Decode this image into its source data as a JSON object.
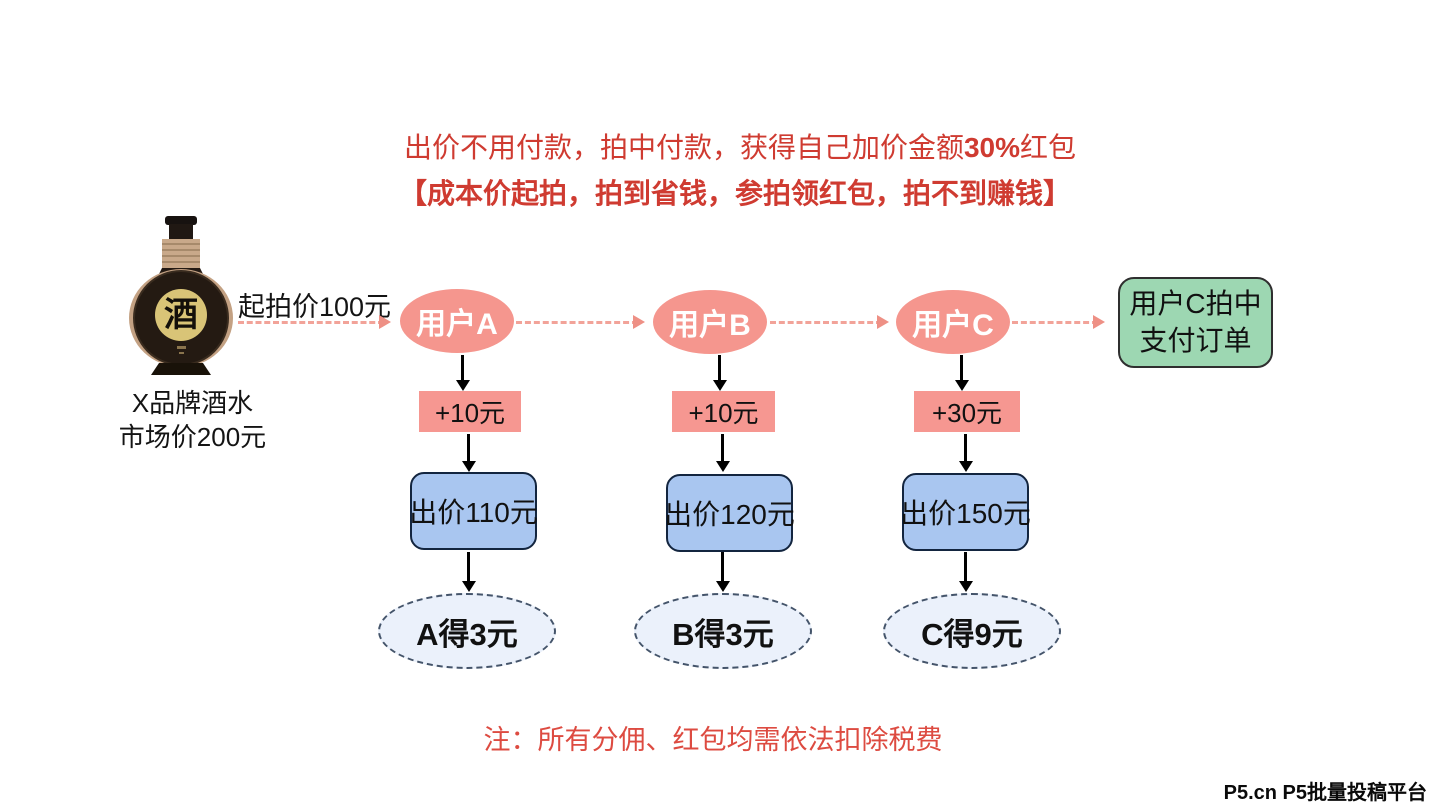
{
  "header": {
    "line1_prefix": "出价不用付款，拍中付款，获得自己加价金额",
    "line1_bold": "30%",
    "line1_suffix": "红包",
    "line2": "【成本价起拍，拍到省钱，参拍领红包，拍不到赚钱】"
  },
  "product": {
    "bottle_label": "酒",
    "name": "X品牌酒水",
    "market_price": "市场价200元",
    "start_price": "起拍价100元"
  },
  "flow": {
    "users": [
      {
        "name": "用户A",
        "increment": "+10元",
        "bid": "出价110元",
        "reward": "A得3元"
      },
      {
        "name": "用户B",
        "increment": "+10元",
        "bid": "出价120元",
        "reward": "B得3元"
      },
      {
        "name": "用户C",
        "increment": "+30元",
        "bid": "出价150元",
        "reward": "C得9元"
      }
    ],
    "result": {
      "line1": "用户C拍中",
      "line2": "支付订单"
    }
  },
  "note": "注：所有分佣、红包均需依法扣除税费",
  "watermark": "P5.cn P5批量投稿平台",
  "colors": {
    "headline_red": "#cf3b31",
    "note_red": "#dd4b41",
    "user_salmon": "#f5968e",
    "increment_pink": "#f69791",
    "bid_blue_fill": "#a9c6f0",
    "bid_blue_border": "#13253f",
    "reward_fill": "#ebf1fb",
    "reward_border": "#44546a",
    "result_green": "#9dd7b2",
    "dashed_arrow": "#f2a399",
    "solid_arrow": "#000000"
  }
}
